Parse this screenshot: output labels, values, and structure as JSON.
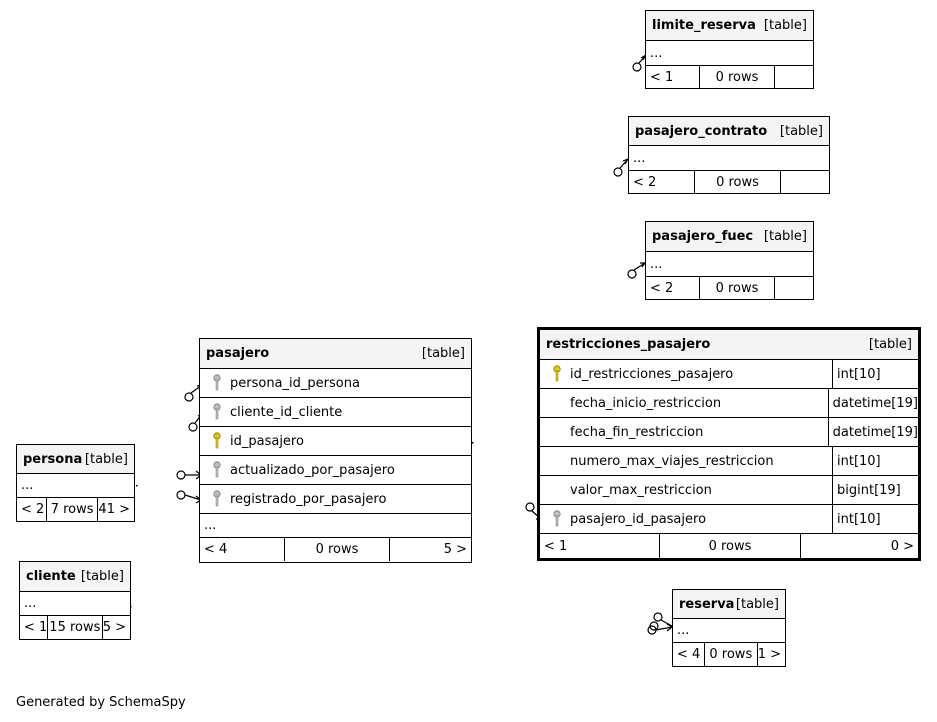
{
  "tables": {
    "limite_reserva": {
      "name": "limite_reserva",
      "kind": "[table]",
      "more": "...",
      "parents": "< 1",
      "rows": "0 rows",
      "children": ""
    },
    "pasajero_contrato": {
      "name": "pasajero_contrato",
      "kind": "[table]",
      "more": "...",
      "parents": "< 2",
      "rows": "0 rows",
      "children": ""
    },
    "pasajero_fuec": {
      "name": "pasajero_fuec",
      "kind": "[table]",
      "more": "...",
      "parents": "< 2",
      "rows": "0 rows",
      "children": ""
    },
    "restricciones_pasajero": {
      "name": "restricciones_pasajero",
      "kind": "[table]",
      "columns": [
        {
          "name": "id_restricciones_pasajero",
          "type": "int[10]",
          "key": "primary"
        },
        {
          "name": "fecha_inicio_restriccion",
          "type": "datetime[19]",
          "key": "none"
        },
        {
          "name": "fecha_fin_restriccion",
          "type": "datetime[19]",
          "key": "none"
        },
        {
          "name": "numero_max_viajes_restriccion",
          "type": "int[10]",
          "key": "none"
        },
        {
          "name": "valor_max_restriccion",
          "type": "bigint[19]",
          "key": "none"
        },
        {
          "name": "pasajero_id_pasajero",
          "type": "int[10]",
          "key": "foreign"
        }
      ],
      "parents": "< 1",
      "rows": "0 rows",
      "children": "0 >"
    },
    "pasajero": {
      "name": "pasajero",
      "kind": "[table]",
      "columns": [
        {
          "name": "persona_id_persona",
          "key": "foreign"
        },
        {
          "name": "cliente_id_cliente",
          "key": "foreign"
        },
        {
          "name": "id_pasajero",
          "key": "primary"
        },
        {
          "name": "actualizado_por_pasajero",
          "key": "foreign"
        },
        {
          "name": "registrado_por_pasajero",
          "key": "foreign"
        }
      ],
      "more": "...",
      "parents": "< 4",
      "rows": "0 rows",
      "children": "5 >"
    },
    "persona": {
      "name": "persona",
      "kind": "[table]",
      "more": "...",
      "parents": "< 2",
      "rows": "7 rows",
      "children": "41 >"
    },
    "cliente": {
      "name": "cliente",
      "kind": "[table]",
      "more": "...",
      "parents": "< 1",
      "rows": "15 rows",
      "children": "5 >"
    },
    "reserva": {
      "name": "reserva",
      "kind": "[table]",
      "more": "...",
      "parents": "< 4",
      "rows": "0 rows",
      "children": "1 >"
    }
  },
  "footer": "Generated by SchemaSpy",
  "colors": {
    "primary_key": "#e6c800",
    "foreign_key": "#a8a8a8",
    "header_bg": "#f4f4f4",
    "border": "#000000"
  }
}
